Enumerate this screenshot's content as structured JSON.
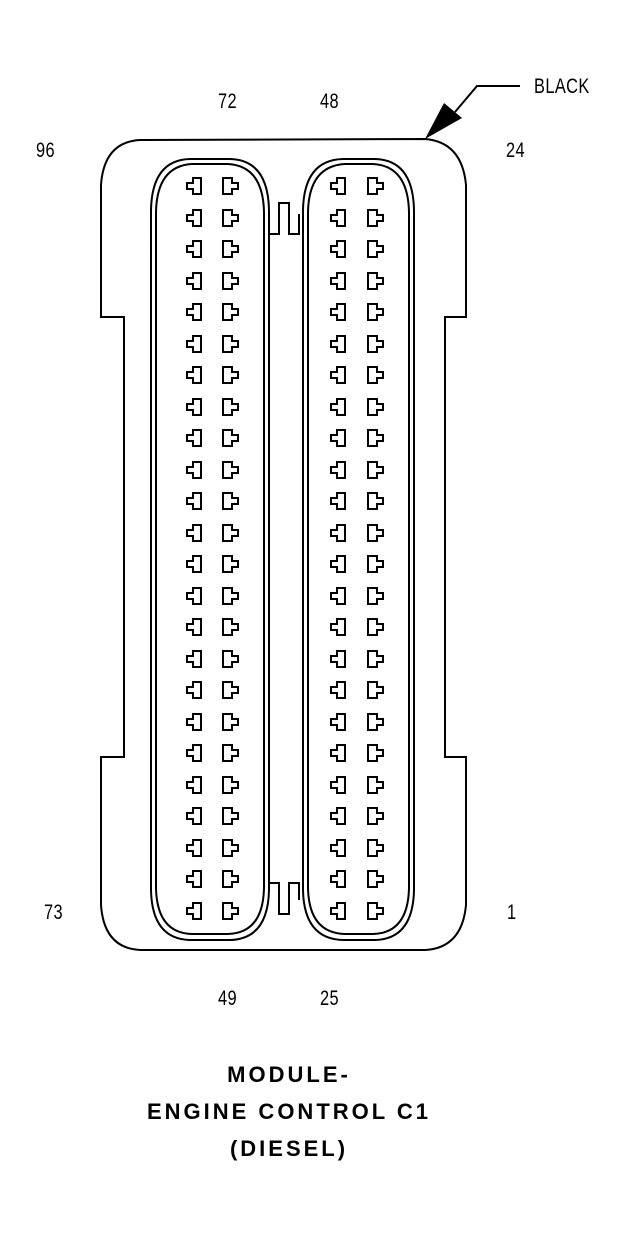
{
  "diagram": {
    "type": "connector-pinout",
    "color_callout": "BLACK",
    "title_lines": [
      "MODULE-",
      "ENGINE CONTROL C1",
      "(DIESEL)"
    ],
    "pin_labels": {
      "top_left_outer": "96",
      "top_left_inner": "72",
      "top_right_inner": "48",
      "top_right_outer": "24",
      "bottom_left_outer": "73",
      "bottom_left_inner": "49",
      "bottom_right_inner": "25",
      "bottom_right_outer": "1"
    },
    "pin_count": 96,
    "cavities": 2,
    "rows_per_column": 24,
    "columns_per_cavity": 2,
    "line_color": "#000000",
    "background": "#ffffff"
  }
}
